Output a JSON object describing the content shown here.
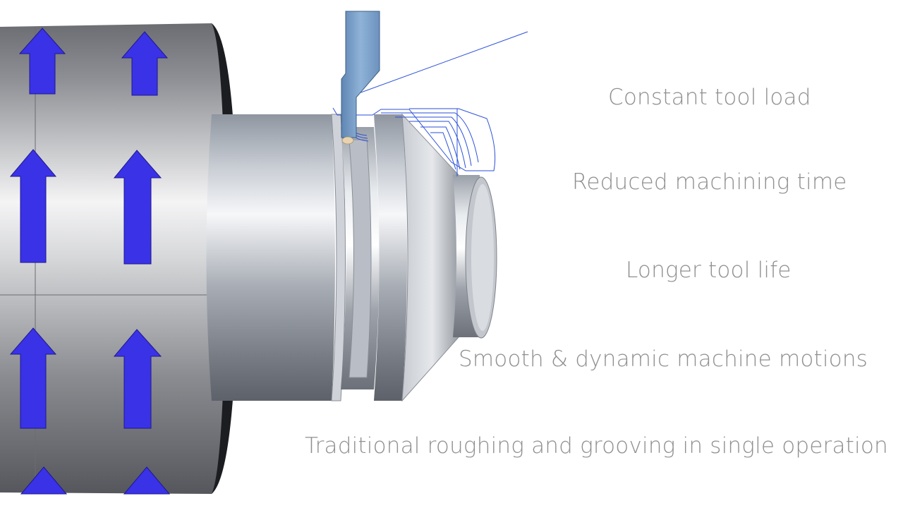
{
  "benefits": [
    "Constant tool load",
    "Reduced machining time",
    "Longer tool life",
    "Smooth & dynamic machine motions",
    "Traditional roughing and grooving in single operation"
  ],
  "colors": {
    "arrow": "#3a32e6",
    "toolpath": "#2a4fd8",
    "tool": "#7fa3c9",
    "text": "#8f8f8f",
    "chuck": "#9c9ea3"
  },
  "icons": {
    "rotation_arrow": "up-arrow-icon"
  }
}
